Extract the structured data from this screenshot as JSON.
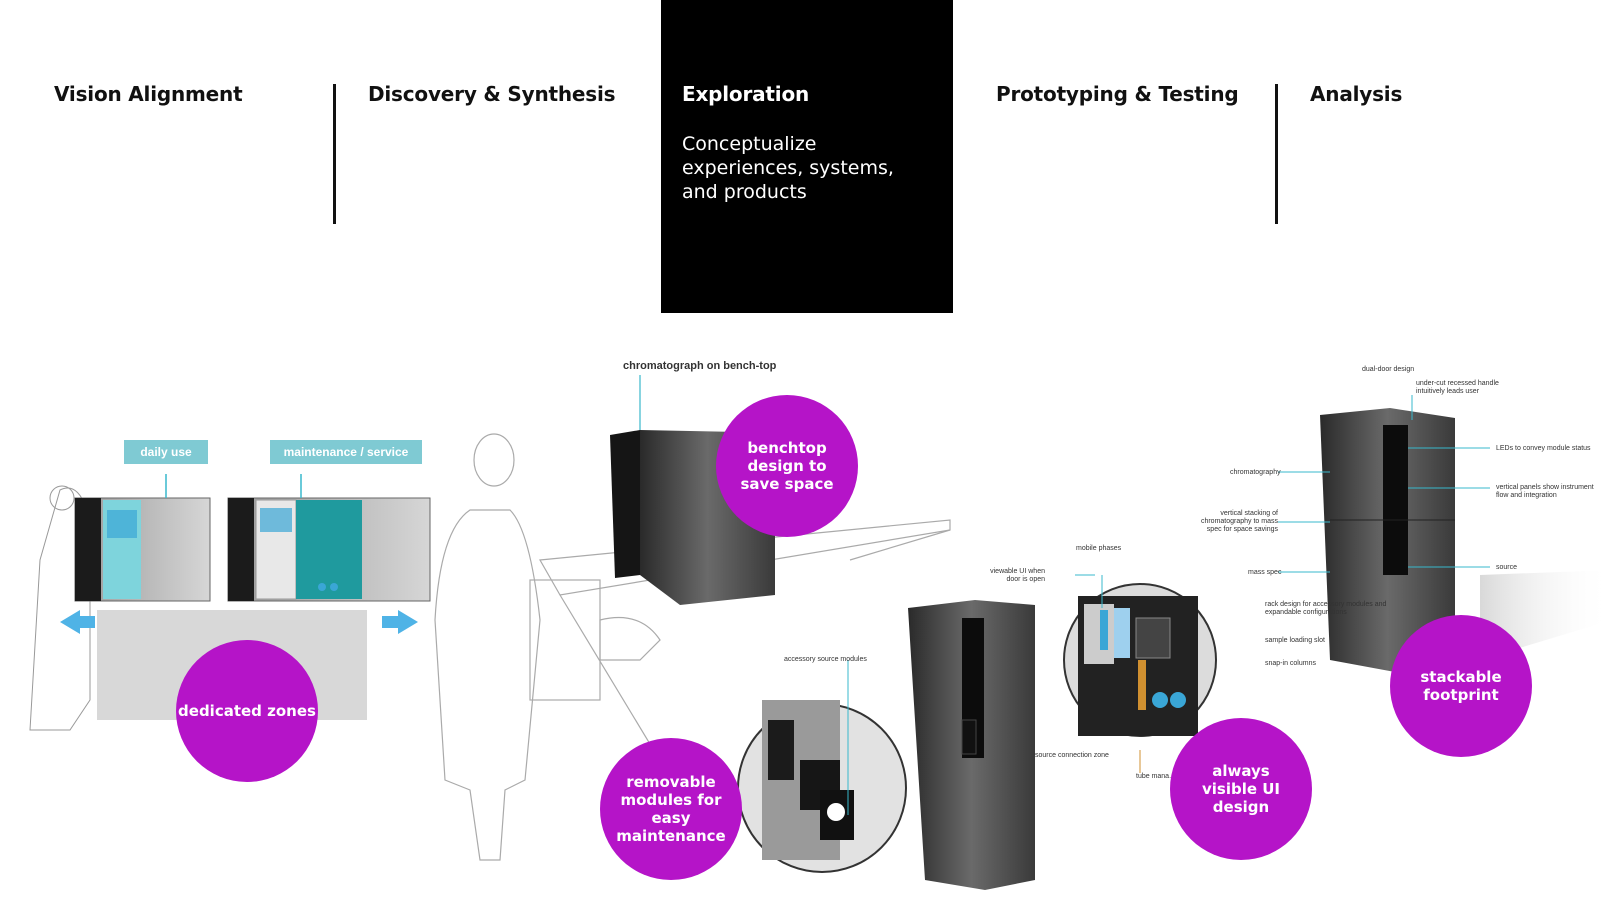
{
  "phases": [
    {
      "label": "Vision Alignment",
      "active": false
    },
    {
      "label": "Discovery & Synthesis",
      "active": false
    },
    {
      "label": "Exploration",
      "active": true,
      "description": "Conceptualize experiences, systems, and products"
    },
    {
      "label": "Prototyping & Testing",
      "active": false
    },
    {
      "label": "Analysis",
      "active": false
    }
  ],
  "sketch": {
    "tags": {
      "daily_use": "daily use",
      "maintenance": "maintenance / service"
    },
    "bubbles": {
      "dedicated_zones": "dedicated zones",
      "benchtop": "benchtop design to save space",
      "removable": "removable modules for easy maintenance",
      "always_visible": "always visible UI design",
      "stackable": "stackable footprint"
    },
    "callouts": {
      "chromatograph_benchtop": "chromatograph on bench-top",
      "accessory_source": "accessory source modules",
      "mobile_phases": "mobile phases",
      "viewable_ui": "viewable UI when door is open",
      "rack_design": "rack design for accessory modules and expandable configurations",
      "sample_loading": "sample loading slot",
      "snap_in": "snap-in columns",
      "source_connection": "source connection zone",
      "tube_mgmt": "tube mana...",
      "dual_door": "dual-door design",
      "undercut_handle": "under-cut recessed handle intuitively leads user",
      "leds": "LEDs to convey module status",
      "chromatography": "chromatography",
      "vertical_panels": "vertical panels show instrument flow and integration",
      "vertical_stacking": "vertical stacking of chromatography to mass spec for space savings",
      "mass_spec": "mass spec",
      "source": "source"
    }
  },
  "colors": {
    "accent_magenta": "#b514c8",
    "accent_cyan": "#38b8cc",
    "tag_teal": "#7fcad3",
    "active_phase_bg": "#000000"
  }
}
